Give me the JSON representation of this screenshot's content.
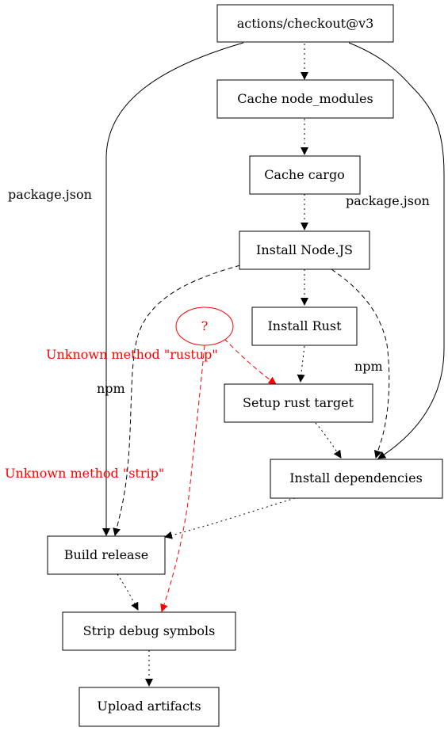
{
  "nodes": {
    "checkout": "actions/checkout@v3",
    "cache_node_modules": "Cache node_modules",
    "cache_cargo": "Cache cargo",
    "install_node": "Install Node.JS",
    "install_rust": "Install Rust",
    "unknown": "?",
    "setup_rust_target": "Setup rust target",
    "install_dependencies": "Install dependencies",
    "build_release": "Build release",
    "strip_debug": "Strip debug symbols",
    "upload_artifacts": "Upload artifacts"
  },
  "edge_labels": {
    "package_json_left": "package.json",
    "package_json_right": "package.json",
    "npm_left": "npm",
    "npm_right": "npm",
    "unknown_rustup": "Unknown method \"rustup\"",
    "unknown_strip": "Unknown method \"strip\""
  },
  "colors": {
    "unknown": "#ff0000"
  }
}
